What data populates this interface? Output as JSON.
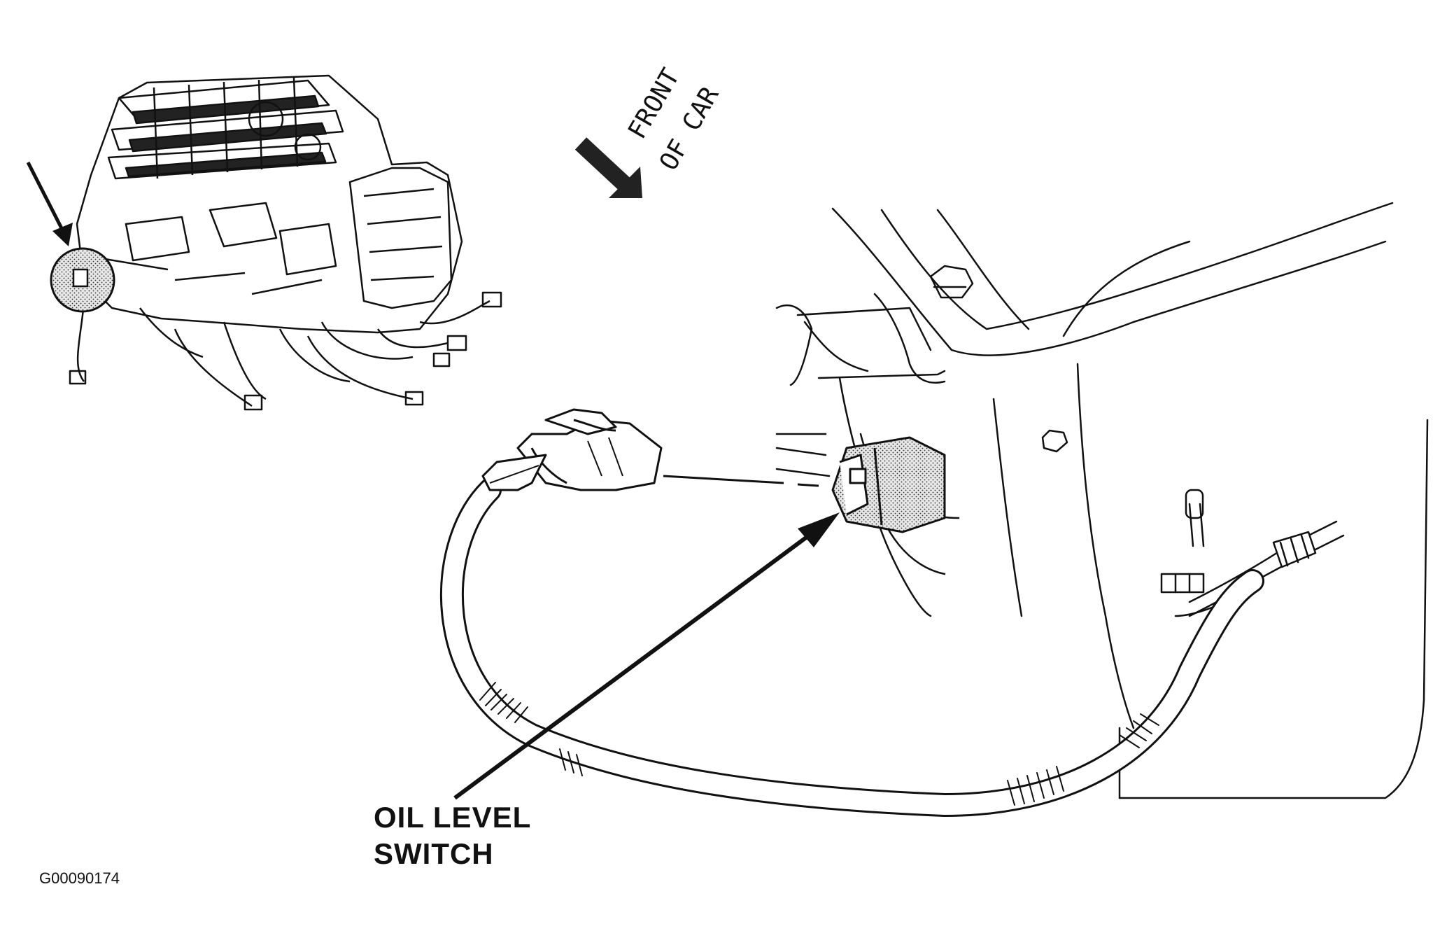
{
  "labels": {
    "front_line1": "FRONT",
    "front_line2": "OF CAR",
    "callout_line1": "OIL LEVEL",
    "callout_line2": "SWITCH",
    "figure_id": "G00090174"
  }
}
